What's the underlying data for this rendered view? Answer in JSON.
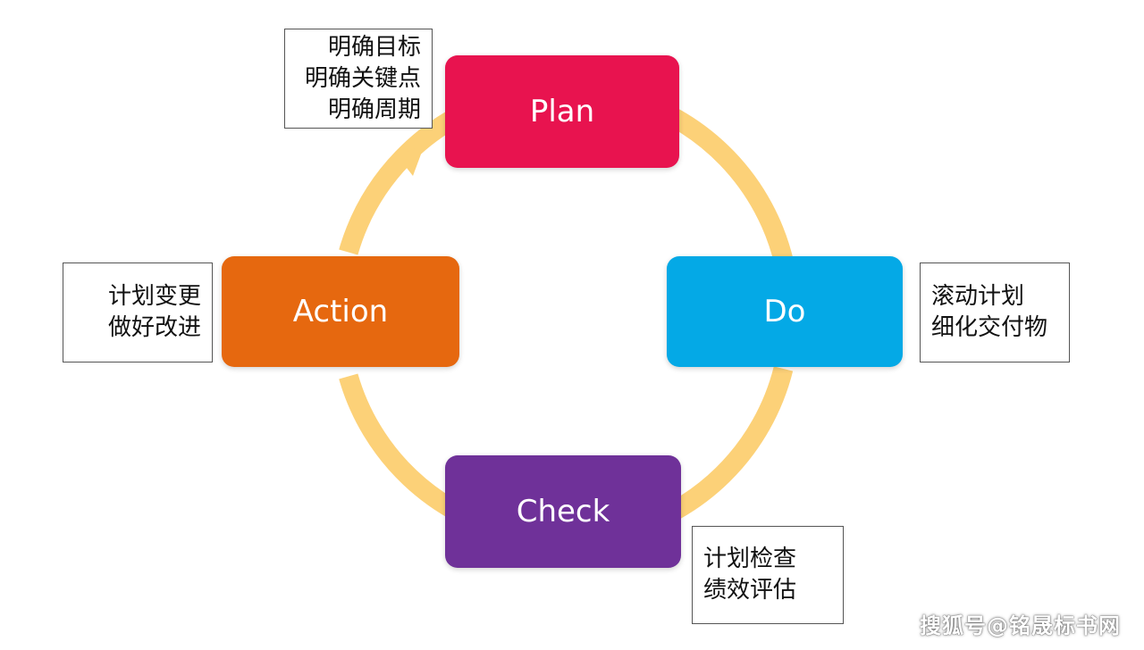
{
  "colors": {
    "plan": "#e8134f",
    "do": "#04a9e6",
    "check": "#6f3199",
    "action": "#e6680f",
    "ring": "#fcd178"
  },
  "stages": {
    "plan": "Plan",
    "do": "Do",
    "check": "Check",
    "action": "Action"
  },
  "notes": {
    "plan": [
      "明确目标",
      "明确关键点",
      "明确周期"
    ],
    "do": [
      "滚动计划",
      "细化交付物"
    ],
    "check": [
      "计划检查",
      "绩效评估"
    ],
    "action": [
      "计划变更",
      "做好改进"
    ]
  },
  "watermark": "搜狐号@铭晟标书网"
}
